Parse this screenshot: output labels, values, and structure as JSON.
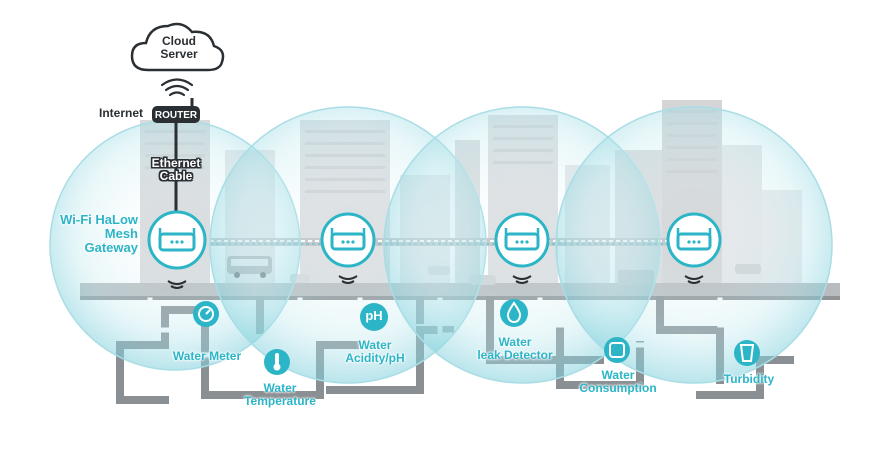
{
  "cloud": {
    "label_line1": "Cloud",
    "label_line2": "Server"
  },
  "internet": {
    "label": "Internet"
  },
  "router": {
    "label": "ROUTER"
  },
  "ethernet": {
    "label_line1": "Ethernet",
    "label_line2": "Cable"
  },
  "gateway": {
    "line1": "Wi-Fi HaLow",
    "line2": "Mesh",
    "line3": "Gateway"
  },
  "sensors": {
    "water_meter": "Water Meter",
    "water_temperature_line1": "Water",
    "water_temperature_line2": "Temperature",
    "ph_badge": "pH",
    "water_acidity_line1": "Water",
    "water_acidity_line2": "Acidity/pH",
    "leak_line1": "Water",
    "leak_line2": "leak Detector",
    "consumption_line1": "Water",
    "consumption_line2": "Consumption",
    "turbidity": "Turbidity"
  },
  "colors": {
    "accent": "#2bb5c7",
    "bubble": "#cfeef3",
    "pipe": "#8a8f93",
    "building": "#dfe1e3",
    "dark": "#2a2f33"
  },
  "icons": [
    "cloud-icon",
    "wifi-icon",
    "router-icon",
    "gateway-icon",
    "gauge-icon",
    "thermometer-icon",
    "drop-icon",
    "face-icon",
    "glass-icon",
    "car-icon",
    "truck-icon",
    "bus-icon"
  ]
}
